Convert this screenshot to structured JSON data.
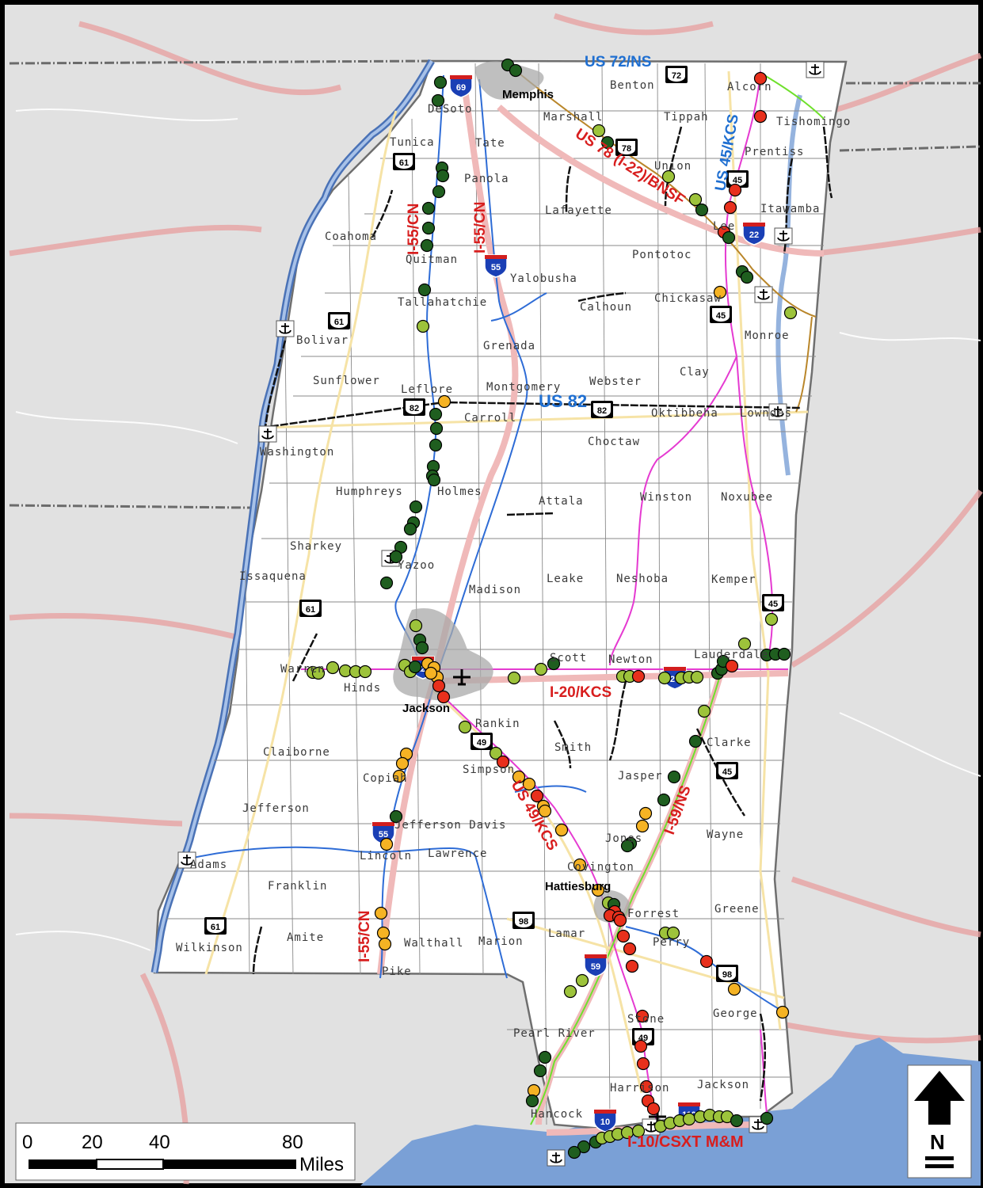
{
  "map": {
    "cities": [
      "Memphis",
      "Jackson",
      "Hattiesburg"
    ],
    "counties": [
      "DeSoto",
      "Marshall",
      "Benton",
      "Tippah",
      "Alcorn",
      "Tishomingo",
      "Tunica",
      "Tate",
      "Prentiss",
      "Union",
      "Panola",
      "Lafayette",
      "Itawamba",
      "Lee",
      "Coahoma",
      "Quitman",
      "Pontotoc",
      "Yalobusha",
      "Tallahatchie",
      "Calhoun",
      "Chickasaw",
      "Bolivar",
      "Grenada",
      "Monroe",
      "Sunflower",
      "Leflore",
      "Montgomery",
      "Webster",
      "Clay",
      "Carroll",
      "Oktibbeha",
      "Lowndes",
      "Choctaw",
      "Washington",
      "Humphreys",
      "Holmes",
      "Attala",
      "Winston",
      "Noxubee",
      "Sharkey",
      "Yazoo",
      "Issaquena",
      "Madison",
      "Leake",
      "Neshoba",
      "Kemper",
      "Warren",
      "Scott",
      "Newton",
      "Lauderdale",
      "Hinds",
      "Rankin",
      "Smith",
      "Clarke",
      "Claiborne",
      "Simpson",
      "Copiah",
      "Jasper",
      "Jefferson",
      "Jefferson Davis",
      "Jones",
      "Wayne",
      "Adams",
      "Lincoln",
      "Lawrence",
      "Covington",
      "Franklin",
      "Forrest",
      "Greene",
      "Lamar",
      "Perry",
      "Amite",
      "Walthall",
      "Marion",
      "Wilkinson",
      "Pike",
      "Stone",
      "George",
      "Pearl River",
      "Harrison",
      "Jackson",
      "Hancock"
    ],
    "corridors": [
      {
        "label": "US 72/NS",
        "color": "#1f6fd1"
      },
      {
        "label": "US 78 (I-22)/BNSF",
        "color": "#d81e1e"
      },
      {
        "label": "US 45/KCS",
        "color": "#1f6fd1"
      },
      {
        "label": "I-55/CN",
        "color": "#d81e1e"
      },
      {
        "label": "I-55/CN",
        "color": "#d81e1e"
      },
      {
        "label": "US 82",
        "color": "#1f6fd1"
      },
      {
        "label": "I-20/KCS",
        "color": "#d81e1e"
      },
      {
        "label": "US 49/KCS",
        "color": "#d81e1e"
      },
      {
        "label": "I-59/NS",
        "color": "#d81e1e"
      },
      {
        "label": "I-55/CN",
        "color": "#d81e1e"
      },
      {
        "label": "I-10/CSXT M&M",
        "color": "#d81e1e"
      }
    ],
    "interstate_shields": [
      "69",
      "55",
      "22",
      "220",
      "20",
      "55",
      "59",
      "10",
      "110"
    ],
    "us_shields": [
      "72",
      "78",
      "45",
      "61",
      "61",
      "45",
      "82",
      "82",
      "61",
      "45",
      "49",
      "45",
      "98",
      "98",
      "61",
      "49"
    ],
    "marker_colors": {
      "dark_green": "#1f5e1f",
      "light_green": "#9dc33b",
      "orange": "#f5b324",
      "red": "#e8301c"
    },
    "port_icon": "anchor-icon",
    "airport_icon": "airport-icon",
    "colors": {
      "water": "#7aa0d6",
      "water_outline": "#4a72b6",
      "land_outside": "#e1e1e1",
      "state": "#ffffff",
      "rail_blue": "#2e6cd6",
      "rail_magenta": "#e53ad1",
      "rail_green": "#6fe02c",
      "rail_brown": "#b9862a",
      "rail_black": "#111111",
      "interstate": "#f0b9b9"
    }
  },
  "scale": {
    "ticks": [
      "0",
      "20",
      "40",
      "80"
    ],
    "unit": "Miles"
  },
  "north_arrow": {
    "label": "N"
  }
}
